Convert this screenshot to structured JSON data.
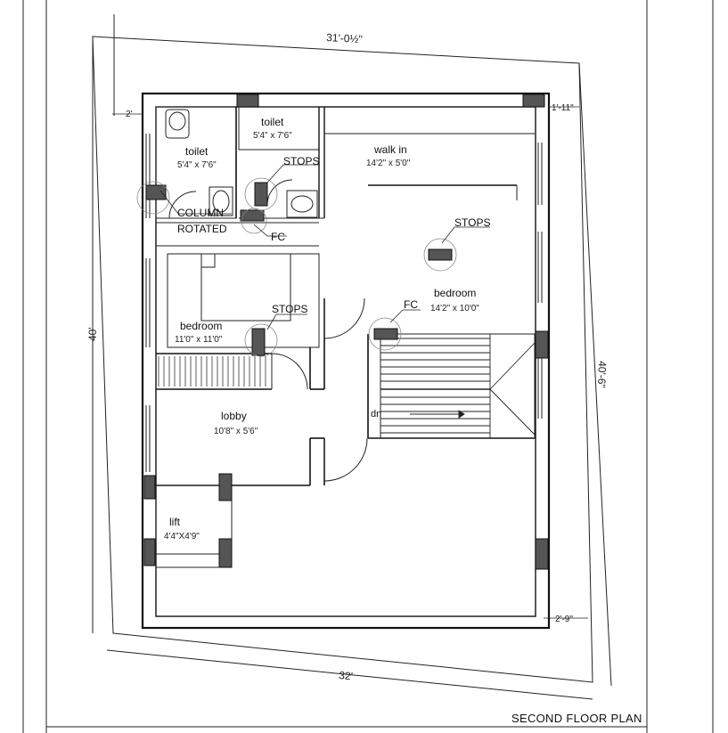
{
  "title": "SECOND FLOOR PLAN",
  "dimensions": {
    "top": "31'-0½\"",
    "bottom": "32'",
    "left": "40'",
    "right": "40'-6\"",
    "left_setback": "2'",
    "right_top_setback": "1'-11\"",
    "right_bottom_setback": "2'-9\""
  },
  "rooms": [
    {
      "name": "toilet",
      "size": "5'4\" x 7'6\""
    },
    {
      "name": "toilet",
      "size": "5'4\" x 7'6\""
    },
    {
      "name": "walk in",
      "size": "14'2\" x 5'0\""
    },
    {
      "name": "bedroom",
      "size": "14'2\" x 10'0\""
    },
    {
      "name": "bedroom",
      "size": "11'0\" x 11'0\""
    },
    {
      "name": "lobby",
      "size": "10'8\" x 5'6\""
    },
    {
      "name": "lift",
      "size": "4'4\"X4'9\""
    }
  ],
  "annotations": {
    "stops": "STOPS",
    "fc": "FC",
    "column_rotated_1": "COLUMN",
    "column_rotated_2": "ROTATED",
    "down": "dn"
  }
}
